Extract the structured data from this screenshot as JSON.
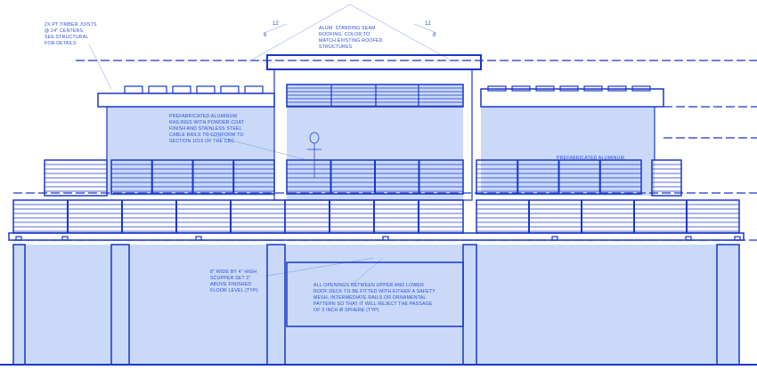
{
  "drawing": {
    "line_color": "#1a36c8",
    "fill_color": "#c9d9f7",
    "notes": {
      "joists": "2X PT TIMBER JOISTS\n@ 24\" CENTERS\nSEE STRUCTURAL\nFOR DETAILS",
      "roofing": "ALUM. STANDING SEAM\nROOFING. COLOR TO\nMATCH EXISTING ROOFED\nSTRUCTURES",
      "railings": "PREFABRICATED ALUMINUM\nRAILINGS WITH POWDER COAT\nFINISH AND STAINLESS STEEL\nCABLE RAILS TO CONFORM TO\nSECTION 1015 OF THE CBC",
      "railings_right": "PREFABRICATED ALUMINUM",
      "scupper": "8\" WIDE BY 4\" HIGH\nSCUPPER SET 2\"\nABOVE FINISHED\nFLOOR LEVEL (TYP)",
      "openings": "ALL OPENINGS BETWEEN UPPER AND LOWER\nROOF DECK TO BE FITTED WITH EITHER A SAFETY\nMESH, INTERMEDIATE RAILS OR ORNAMENTAL\nPATTERN SO THAT IT WILL REJECT THE PASSAGE\nOF 3 INCH Ø SPHERE (TYP)"
    },
    "slopes": {
      "left_run": "12",
      "left_rise": "6",
      "right_run": "12",
      "right_rise": "8"
    }
  }
}
